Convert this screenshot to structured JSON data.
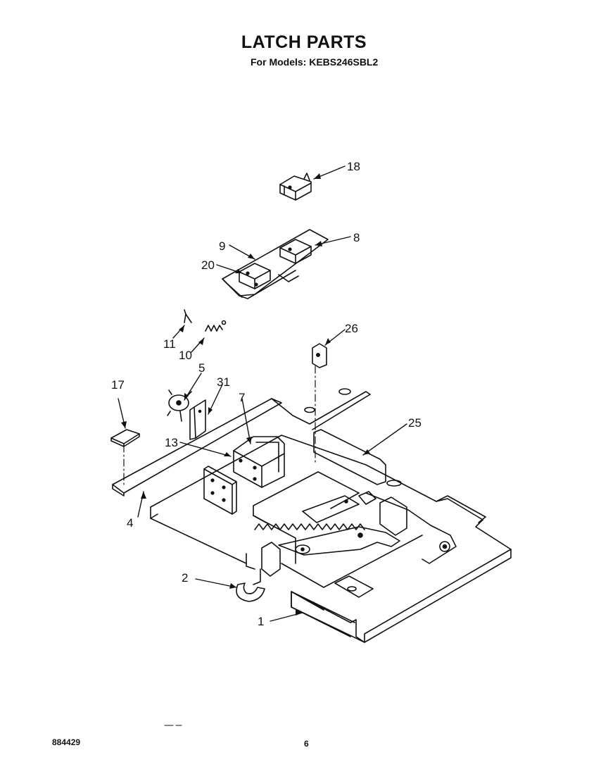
{
  "header": {
    "title": "LATCH PARTS",
    "subtitle": "For Models: KEBS246SBL2"
  },
  "footer": {
    "doc_number": "884429",
    "page_number": "6"
  },
  "callouts": {
    "c1": "1",
    "c2": "2",
    "c4": "4",
    "c5": "5",
    "c7": "7",
    "c8": "8",
    "c9": "9",
    "c10": "10",
    "c11": "11",
    "c13": "13",
    "c17": "17",
    "c18": "18",
    "c20": "20",
    "c25": "25",
    "c26": "26",
    "c31": "31"
  }
}
